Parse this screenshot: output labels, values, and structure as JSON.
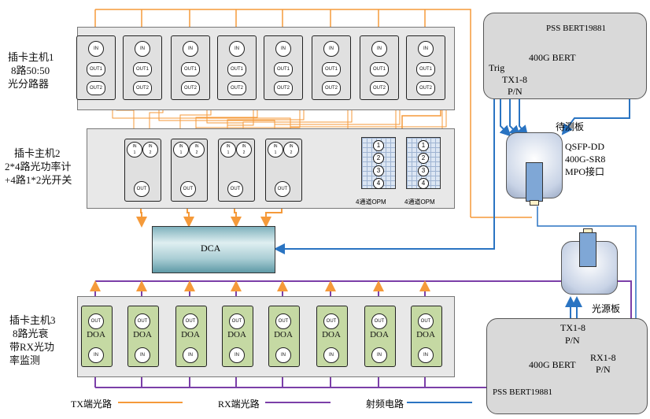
{
  "chassis1_label": [
    "插卡主机1",
    "8路50:50",
    "光分路器"
  ],
  "chassis2_label": [
    "插卡主机2",
    "2*4路光功率计",
    "+4路1*2光开关"
  ],
  "chassis3_label": [
    "插卡主机3",
    "8路光衰",
    "带RX光功",
    "率监测"
  ],
  "splitter": {
    "in": "IN",
    "out1": "OUT1",
    "out2": "OUT2"
  },
  "switch_card": {
    "in1": "IN",
    "in1_num": "1",
    "in2": "IN",
    "in2_num": "2",
    "out": "OUT"
  },
  "doa_card": {
    "out": "OUT",
    "name": "DOA",
    "in": "IN"
  },
  "opm_nums": [
    "1",
    "2",
    "3",
    "4"
  ],
  "opm_label": "4通道OPM",
  "dca_label": "DCA",
  "bert_top": {
    "name": "PSS BERT19881",
    "model": "400G BERT",
    "trig": "Trig",
    "tx": "TX1-8",
    "pn": "P/N"
  },
  "dut": {
    "title": "待测板",
    "l1": "QSFP-DD",
    "l2": "400G-SR8",
    "l3": "MPO接口"
  },
  "light_source_label": "光源板",
  "bert_bottom": {
    "tx": "TX1-8",
    "pn1": "P/N",
    "model": "400G BERT",
    "rx": "RX1-8",
    "pn2": "P/N",
    "name": "PSS BERT19881"
  },
  "legend": {
    "tx": "TX端光路",
    "rx": "RX端光路",
    "rf": "射频电路"
  },
  "colors": {
    "tx": "#f59a3a",
    "rx": "#7b3fa8",
    "rf": "#2a74c2"
  }
}
